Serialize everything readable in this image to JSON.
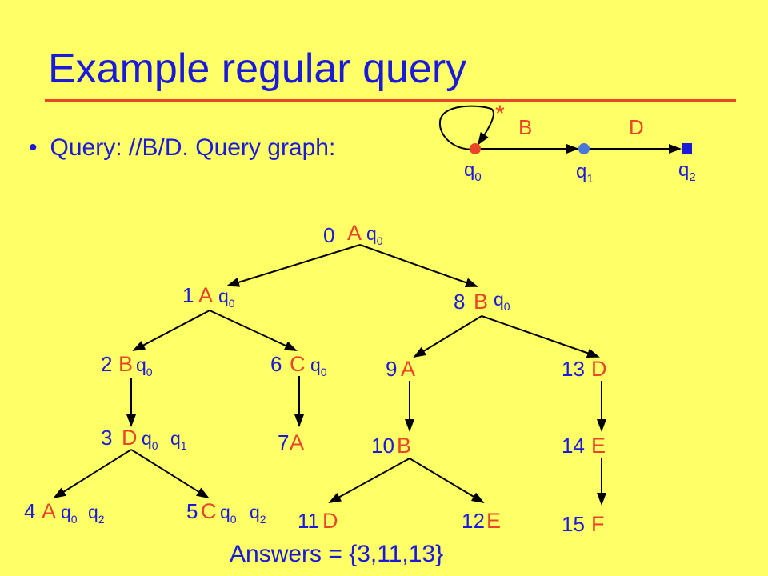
{
  "title": "Example regular query",
  "bullet": "Query: //B/D.  Query graph:",
  "answers": "Answers = {3,11,13}",
  "query_graph": {
    "loop_label": "*",
    "edge_labels": [
      "B",
      "D"
    ],
    "states": [
      {
        "name": "q",
        "sub": "0"
      },
      {
        "name": "q",
        "sub": "1"
      },
      {
        "name": "q",
        "sub": "2"
      }
    ]
  },
  "tree_nodes": [
    {
      "id": "0",
      "label": "A",
      "states": [
        "0"
      ]
    },
    {
      "id": "1",
      "label": "A",
      "states": [
        "0"
      ]
    },
    {
      "id": "2",
      "label": "B",
      "states": [
        "0"
      ]
    },
    {
      "id": "3",
      "label": "D",
      "states": [
        "0",
        "1"
      ]
    },
    {
      "id": "4",
      "label": "A",
      "states": [
        "0",
        "2"
      ]
    },
    {
      "id": "5",
      "label": "C",
      "states": [
        "0",
        "2"
      ]
    },
    {
      "id": "6",
      "label": "C",
      "states": [
        "0"
      ]
    },
    {
      "id": "7",
      "label": "A",
      "states": []
    },
    {
      "id": "8",
      "label": "B",
      "states": [
        "0"
      ]
    },
    {
      "id": "9",
      "label": "A",
      "states": []
    },
    {
      "id": "10",
      "label": "B",
      "states": []
    },
    {
      "id": "11",
      "label": "D",
      "states": []
    },
    {
      "id": "12",
      "label": "E",
      "states": []
    },
    {
      "id": "13",
      "label": "D",
      "states": []
    },
    {
      "id": "14",
      "label": "E",
      "states": []
    },
    {
      "id": "15",
      "label": "F",
      "states": []
    }
  ],
  "colors": {
    "background": "#FFFF66",
    "text": "#1A1ADB",
    "label": "#E8452A",
    "q0_node": "#E8452A",
    "q1_node": "#4A78D8",
    "q2_node": "#1A1ADB"
  }
}
